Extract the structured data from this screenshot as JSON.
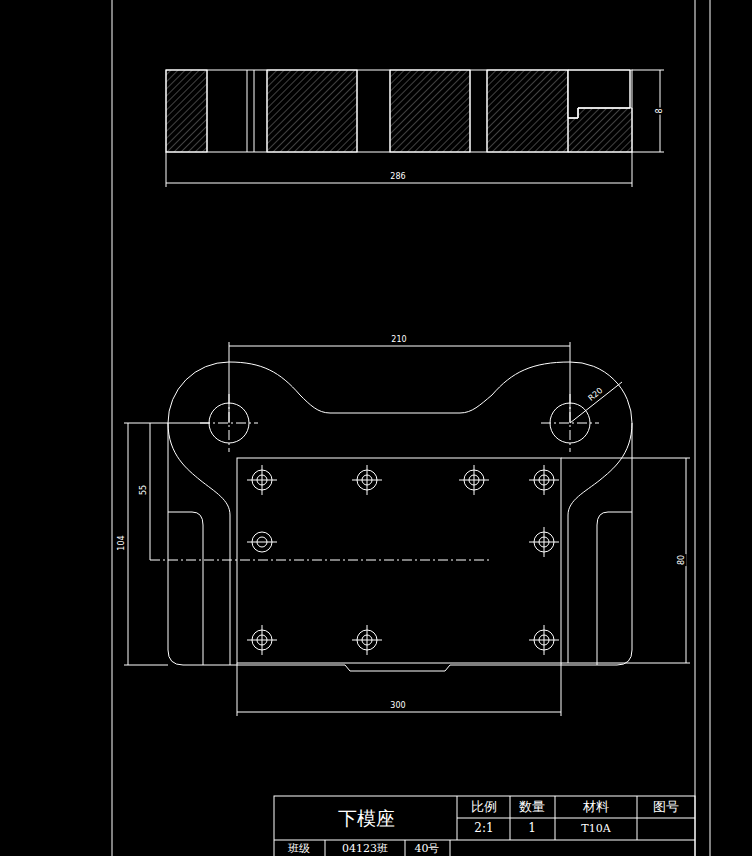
{
  "diagram": {
    "title": "下模座",
    "labels": [
      "286",
      "8",
      "210",
      "R20",
      "55",
      "104",
      "80",
      "300",
      "比例",
      "数量",
      "材料",
      "图号",
      "2:1",
      "1",
      "T10A",
      "班级",
      "04123班",
      "40号"
    ]
  }
}
